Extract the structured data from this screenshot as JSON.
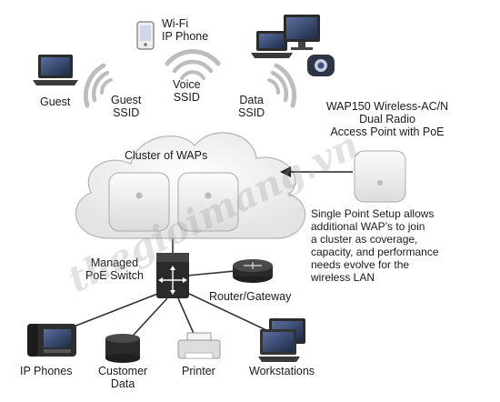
{
  "labels": {
    "wifi_phone": [
      "Wi-Fi",
      "IP Phone"
    ],
    "guest": "Guest",
    "guest_ssid": [
      "Guest",
      "SSID"
    ],
    "voice_ssid": [
      "Voice",
      "SSID"
    ],
    "data_ssid": [
      "Data",
      "SSID"
    ],
    "cluster": "Cluster of WAPs",
    "wap_title": [
      "WAP150 Wireless-AC/N",
      "Dual Radio",
      "Access Point with PoE"
    ],
    "setup_note": [
      "Single Point Setup allows",
      "additional WAP’s to join",
      "a cluster as coverage,",
      "capacity, and performance",
      "needs evolve for the",
      "wireless LAN"
    ],
    "switch": [
      "Managed",
      "PoE Switch"
    ],
    "router": "Router/Gateway",
    "ip_phones": "IP Phones",
    "customer_data": [
      "Customer",
      "Data"
    ],
    "printer": "Printer",
    "workstations": "Workstations"
  },
  "watermark": "thegioimang.vn",
  "colors": {
    "line": "#333333",
    "cloud": "#eeeeee",
    "wifi_arc": "#bbbbbb"
  }
}
